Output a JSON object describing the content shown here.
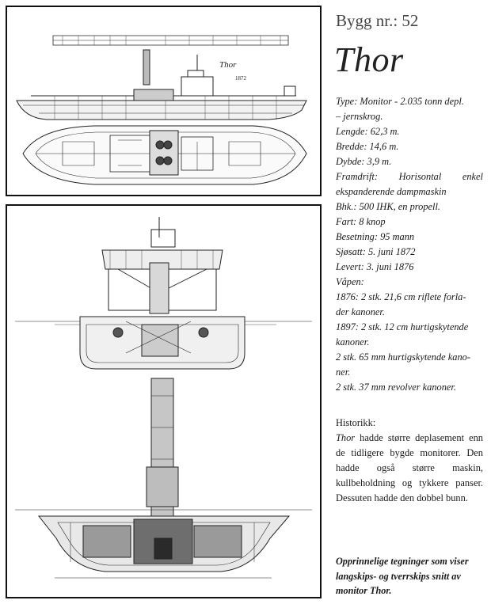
{
  "heading": {
    "bygg": "Bygg nr.: 52",
    "ship_name": "Thor"
  },
  "drawing": {
    "label": "Thor",
    "year": "1872"
  },
  "specs": [
    "Type: Monitor - 2.035 tonn depl.",
    "– jernskrog.",
    "Lengde: 62,3 m.",
    "Bredde: 14,6 m.",
    "Dybde: 3,9 m.",
    "Framdrift: Horisontal enkel",
    "ekspanderende dampmaskin",
    "Bhk.: 500 IHK, en propell.",
    "Fart: 8 knop",
    "Besetning: 95 mann",
    "Sjøsatt: 5. juni 1872",
    "Levert: 3. juni 1876",
    "Våpen:",
    "1876: 2 stk. 21,6 cm riflete forla-",
    "der kanoner.",
    "1897: 2 stk. 12 cm hurtigskytende",
    "kanoner.",
    "2 stk. 65 mm hurtigskytende kano-",
    "ner.",
    "2 stk. 37 mm revolver kanoner."
  ],
  "history": {
    "title": "Historikk:",
    "ship_ref": "Thor",
    "body": " hadde større deplasement enn de tidligere bygde monitorer. Den hadde også større maskin, kullbeholdning og tykkere panser. Dessuten hadde den dobbel bunn."
  },
  "caption": "Opprinnelige tegninger som viser langskips- og tverrskips snitt av monitor Thor."
}
